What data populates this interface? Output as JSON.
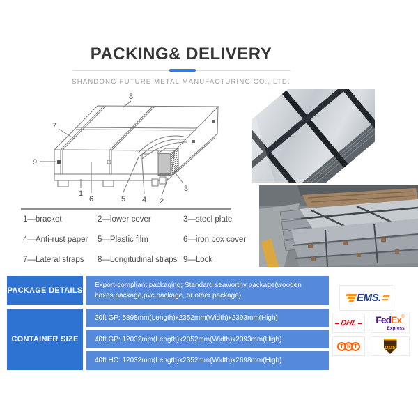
{
  "header": {
    "title": "PACKING& DELIVERY",
    "subtitle": "SHANDONG FUTURE METAL MANUFACTURING CO., LTD.",
    "accent_color": "#3a77d6"
  },
  "diagram": {
    "callouts": [
      "1",
      "2",
      "3",
      "4",
      "5",
      "6",
      "7",
      "8",
      "9"
    ]
  },
  "legend": {
    "items": [
      "1—bracket",
      "2—lower cover",
      "3—steel plate",
      "4—Anti-rust paper",
      "5—Plastic film",
      "6—iron box cover",
      "7—Lateral straps",
      "8—Longitudinal straps",
      "9—Lock"
    ]
  },
  "table": {
    "package": {
      "header": "PACKAGE DETAILS",
      "text": "Export-compliant packaging;  Standard seaworthy package(wooden boxes package,pvc package, or other package)"
    },
    "container": {
      "header": "CONTAINER SIZE",
      "rows": [
        "20ft GP: 5898mm(Length)x2352mm(Width)x2393mm(High)",
        "40ft GP: 12032mm(Length)x2352mm(Width)x2393mm(High)",
        "40ft HC: 12032mm(Length)x2352mm(Width)x2698mm(High)"
      ]
    },
    "colors": {
      "header_bg": "#2e73d1",
      "cell_bg": "#5589da",
      "text": "#ffffff"
    }
  },
  "logos": {
    "ems": {
      "label": "EMS.",
      "color": "#1e3c91",
      "stripe_color": "#f7941d"
    },
    "dhl": {
      "label": "DHL",
      "color": "#d40511"
    },
    "fedex": {
      "fed": "Fed",
      "ex": "Ex",
      "reg": "®",
      "sub": "Express",
      "fed_color": "#4d148c",
      "ex_color": "#ff6600"
    },
    "tnt": {
      "letters": [
        "T",
        "N",
        "T"
      ],
      "color": "#ff6200"
    },
    "ups": {
      "label": "ups",
      "bg": "#4a2a12",
      "gold": "#f5a800"
    }
  }
}
